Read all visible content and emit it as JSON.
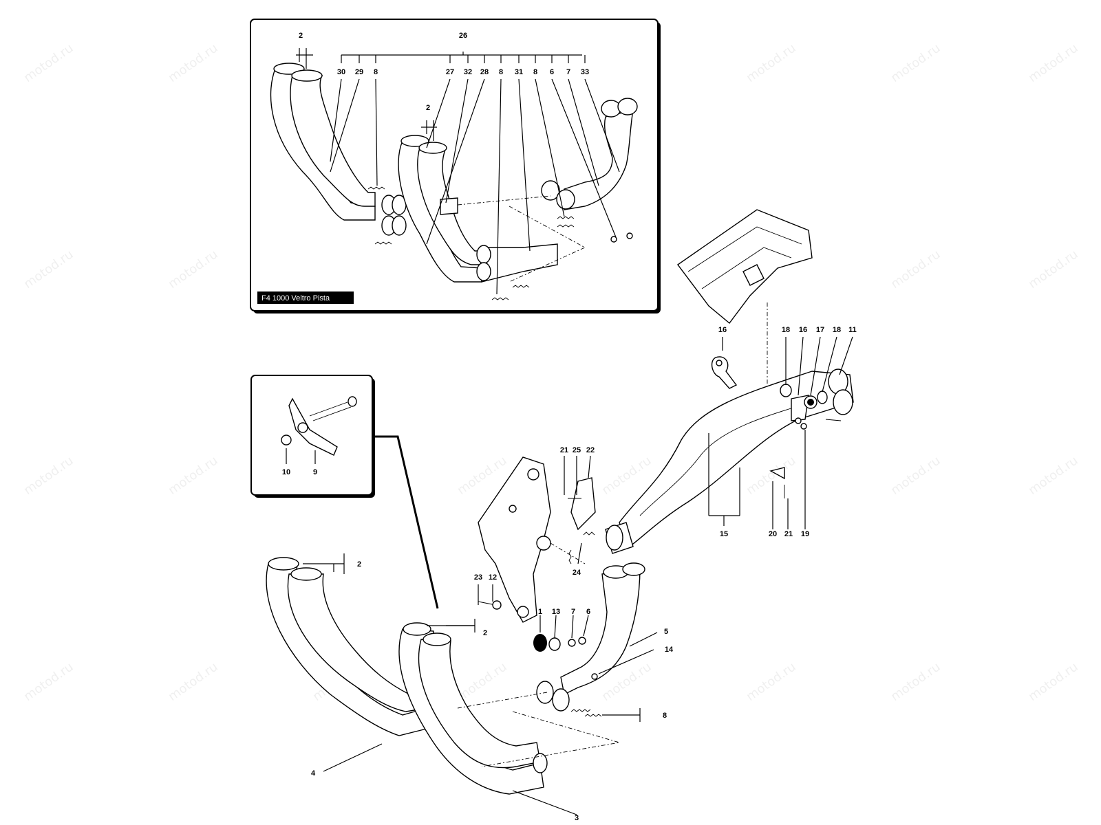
{
  "watermark": "motod.ru",
  "inset_caption": "F4 1000 Veltro Pista",
  "labels": {
    "l_2a": "2",
    "l_26": "26",
    "l_30": "30",
    "l_29": "29",
    "l_8a": "8",
    "l_27": "27",
    "l_32": "32",
    "l_28": "28",
    "l_8b": "8",
    "l_31": "31",
    "l_8c": "8",
    "l_6a": "6",
    "l_7a": "7",
    "l_33": "33",
    "l_2b": "2",
    "l_10": "10",
    "l_9": "9",
    "l_16a": "16",
    "l_18a": "18",
    "l_16b": "16",
    "l_17": "17",
    "l_18b": "18",
    "l_11": "11",
    "l_15": "15",
    "l_20": "20",
    "l_21a": "21",
    "l_19": "19",
    "l_21b": "21",
    "l_25": "25",
    "l_22": "22",
    "l_24": "24",
    "l_23": "23",
    "l_12": "12",
    "l_1": "1",
    "l_13": "13",
    "l_7b": "7",
    "l_6b": "6",
    "l_5": "5",
    "l_14": "14",
    "l_2c": "2",
    "l_2d": "2",
    "l_8d": "8",
    "l_4": "4",
    "l_3": "3"
  }
}
